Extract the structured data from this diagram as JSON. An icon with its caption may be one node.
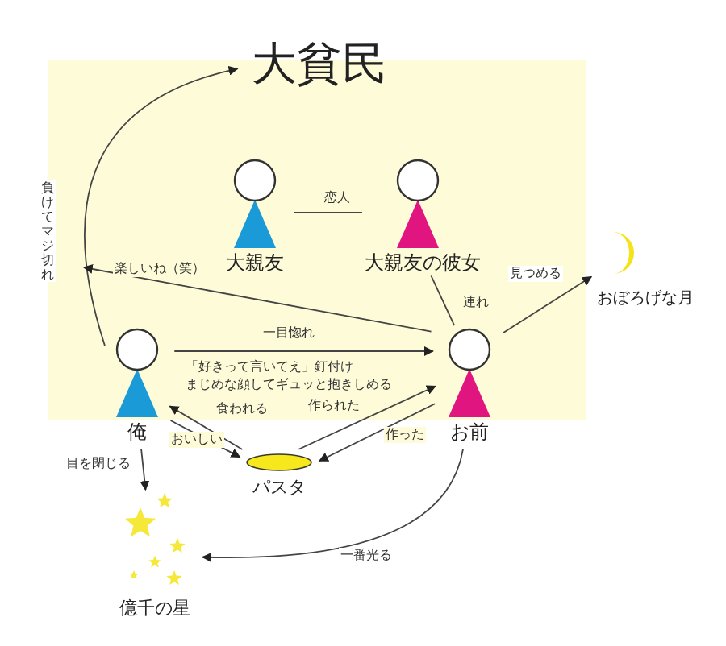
{
  "diagram": {
    "nodes": [
      {
        "text": [
          "大貧民"
        ]
      },
      {
        "text": [
          "大親友"
        ]
      },
      {
        "text": [
          "大親友の彼女"
        ]
      },
      {
        "text": [
          "おぼろげな月"
        ]
      },
      {
        "text": [
          "俺"
        ]
      },
      {
        "text": [
          "お前"
        ]
      },
      {
        "text": [
          "パスタ"
        ]
      },
      {
        "text": [
          "億千の星"
        ]
      }
    ],
    "edges": [
      {
        "from": 4,
        "to": 0,
        "arrow": "to",
        "label": "負けてマジ切れ"
      },
      {
        "from": 1,
        "to": 2,
        "arrow": "none",
        "label": "恋人"
      },
      {
        "from": 5,
        "to": null,
        "arrow": "to",
        "label": "楽しいね（笑）"
      },
      {
        "from": 2,
        "to": 5,
        "arrow": "none",
        "label": "連れ"
      },
      {
        "from": 5,
        "to": 3,
        "arrow": "to",
        "label": "見つめる"
      },
      {
        "from": 4,
        "to": 5,
        "arrow": "to",
        "label": "一目惚れ"
      },
      {
        "from": 6,
        "to": 4,
        "arrow": "to",
        "label": "食われる"
      },
      {
        "from": 4,
        "to": 6,
        "arrow": "to",
        "label": "おいしい"
      },
      {
        "from": 6,
        "to": 5,
        "arrow": "to",
        "label": "作られた"
      },
      {
        "from": 5,
        "to": 6,
        "arrow": "to",
        "label": "作った"
      },
      {
        "from": 4,
        "to": 7,
        "arrow": "to",
        "label": "目を閉じる"
      },
      {
        "from": 5,
        "to": 7,
        "arrow": "to",
        "label": "一番光る"
      }
    ],
    "labels": [
      "「好きって言いてえ」釘付け",
      "まじめな顔してギュッと抱きしめる"
    ]
  }
}
